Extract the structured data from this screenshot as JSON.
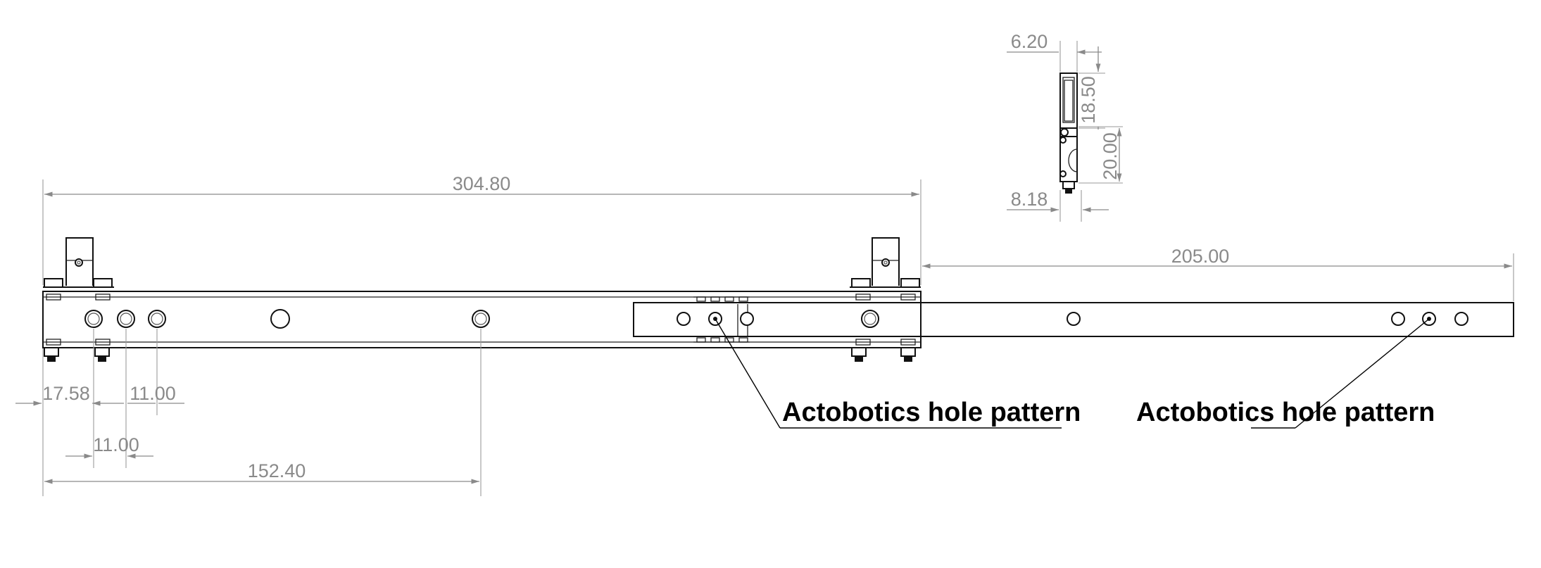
{
  "dimensions": {
    "overall_length": "304.80",
    "extension": "205.00",
    "first_hole_offset": "17.58",
    "hole_spacing_a": "11.00",
    "hole_spacing_b": "11.00",
    "half_length": "152.40",
    "side_width_top": "6.20",
    "side_height_upper": "18.50",
    "side_height_lower": "20.00",
    "side_width_bottom": "8.18"
  },
  "callouts": {
    "left": "Actobotics hole pattern",
    "right": "Actobotics hole pattern"
  }
}
